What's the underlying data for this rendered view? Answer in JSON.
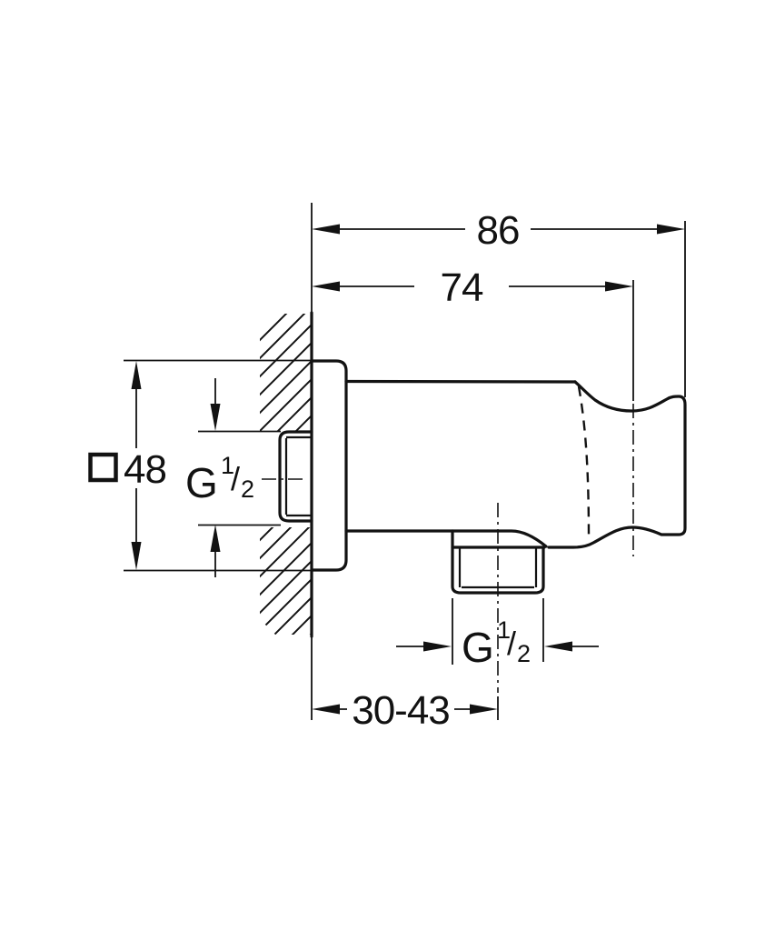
{
  "canvas": {
    "background": "#ffffff",
    "ink": "#121212",
    "description": "Technical dimension drawing (side view) of a wall-mounted shower outlet elbow with hand shower holder"
  },
  "labels": {
    "total_depth": "86",
    "holder_depth": "74",
    "escutcheon_square": "48",
    "mounting_range": "30-43",
    "inlet_thread": {
      "g": "G",
      "num": "1",
      "slash": "/",
      "den": "2"
    },
    "outlet_thread": {
      "g": "G",
      "num": "1",
      "slash": "/",
      "den": "2"
    }
  }
}
